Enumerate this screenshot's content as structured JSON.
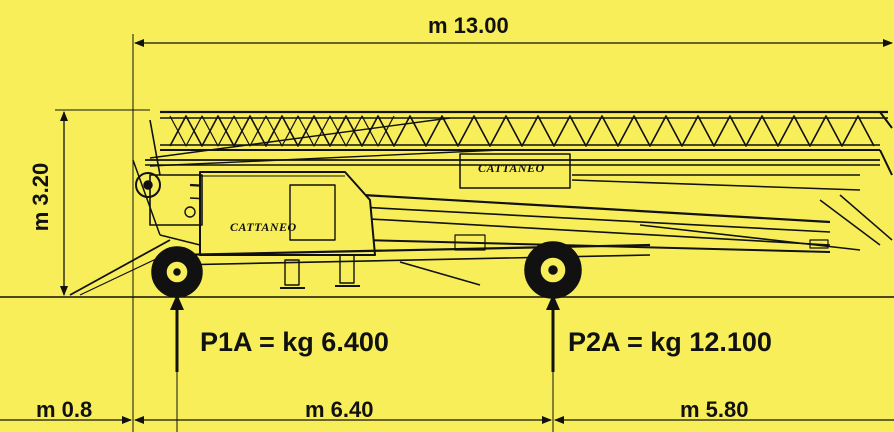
{
  "dimensions": {
    "overall_length": "m 13.00",
    "height": "m 3.20",
    "front_overhang": "m 0.8",
    "wheelbase": "m 6.40",
    "rear_overhang": "m 5.80"
  },
  "axle_loads": {
    "front": "P1A = kg 6.400",
    "rear": "P2A = kg 12.100"
  },
  "brand": {
    "cab_logo": "CATTANEO",
    "boom_logo": "CATTANEO"
  },
  "colors": {
    "background": "#f7ee5a",
    "ink": "#111111"
  }
}
